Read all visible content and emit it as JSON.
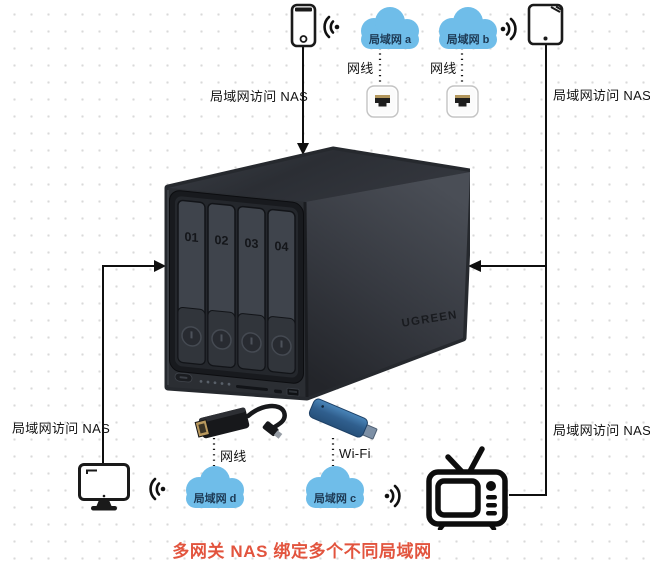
{
  "caption": {
    "text": "多网关 NAS 绑定多个不同局域网",
    "color": "#e2543e"
  },
  "labels": {
    "lan_access_nas": "局域网访问 NAS",
    "ethernet_cable": "网线",
    "wifi": "Wi-Fi"
  },
  "clouds": {
    "a": {
      "label": "局域网 a"
    },
    "b": {
      "label": "局域网 b"
    },
    "c": {
      "label": "局域网 c"
    },
    "d": {
      "label": "局域网 d"
    },
    "color": "#6fbde9"
  },
  "nas": {
    "brand": "UGREEN",
    "bays": [
      "01",
      "02",
      "03",
      "04"
    ]
  },
  "icons": {
    "smartphone": "smartphone-icon",
    "tablet": "tablet-icon",
    "monitor": "desktop-monitor-icon",
    "tv": "tv-icon",
    "wifi_beam": "wifi-signal-icon",
    "ethernet_port": "ethernet-port-icon",
    "usb_ethernet_adapter": "usb-ethernet-adapter-icon",
    "usb_wifi_adapter": "usb-wifi-adapter-icon"
  },
  "colors": {
    "line": "#0f0f0f",
    "cloud": "#6fbde9",
    "caption_red": "#e2543e"
  }
}
